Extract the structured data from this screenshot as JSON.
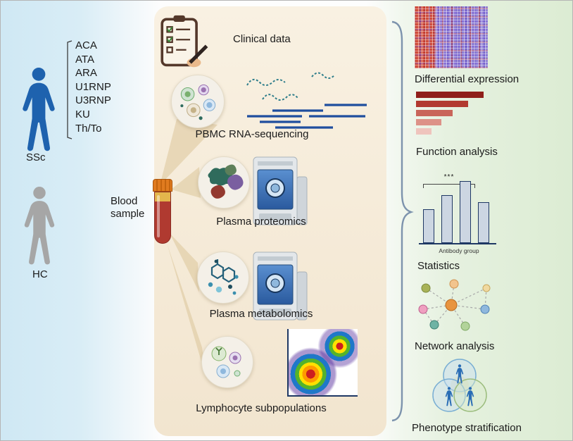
{
  "left_panel": {
    "ssc_label": "SSc",
    "hc_label": "HC",
    "antibodies": [
      "ACA",
      "ATA",
      "ARA",
      "U1RNP",
      "U3RNP",
      "KU",
      "Th/To"
    ]
  },
  "middle_panel": {
    "clinical_data_label": "Clinical data",
    "blood_sample_label": "Blood sample",
    "pbmc_label": "PBMC RNA-sequencing",
    "proteomics_label": "Plasma proteomics",
    "metabolomics_label": "Plasma metabolomics",
    "lymphocyte_label": "Lymphocyte subpopulations"
  },
  "right_panel": {
    "differential_label": "Differential expression",
    "function_label": "Function analysis",
    "statistics_label": "Statistics",
    "network_label": "Network analysis",
    "phenotype_label": "Phenotype stratification",
    "statistics": {
      "significance": "***",
      "xlabel": "Antibody group",
      "bar_heights": [
        48,
        68,
        88,
        58
      ]
    },
    "function_analysis": {
      "bar_widths": [
        96,
        74,
        52,
        36,
        22
      ]
    }
  },
  "colors": {
    "ssc_person": "#1e62ae",
    "hc_person": "#a6a6a6",
    "left_bg": "#cfe8f4",
    "middle_bg": "#f6ecd8",
    "right_bg": "#dcecd3",
    "blood_red": "#b03a30",
    "cap_orange": "#e07b1f",
    "function_bar_dark": "#8f1f1a",
    "stat_bar_fill": "#ccd6e2",
    "stat_bar_stroke": "#1f3864",
    "brace": "#7d93ad"
  }
}
